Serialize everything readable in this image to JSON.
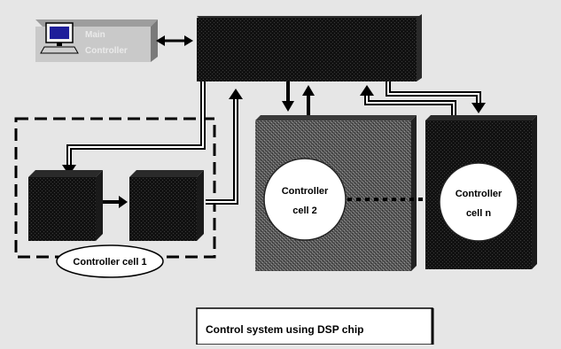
{
  "main_controller": {
    "line1": "Main",
    "line2": "Controller",
    "icon": "computer-icon"
  },
  "cells": {
    "cell1_label": "Controller cell 1",
    "cell2_line1": "Controller",
    "cell2_line2": "cell 2",
    "celln_line1": "Controller",
    "celln_line2": "cell n"
  },
  "caption": "Control system using DSP chip",
  "colors": {
    "background": "#e6e6e6",
    "block": "#0b0b0b",
    "cell2_body": "#555555",
    "label_box": "#c9c9c9",
    "line": "#000000",
    "circle": "#ffffff"
  }
}
